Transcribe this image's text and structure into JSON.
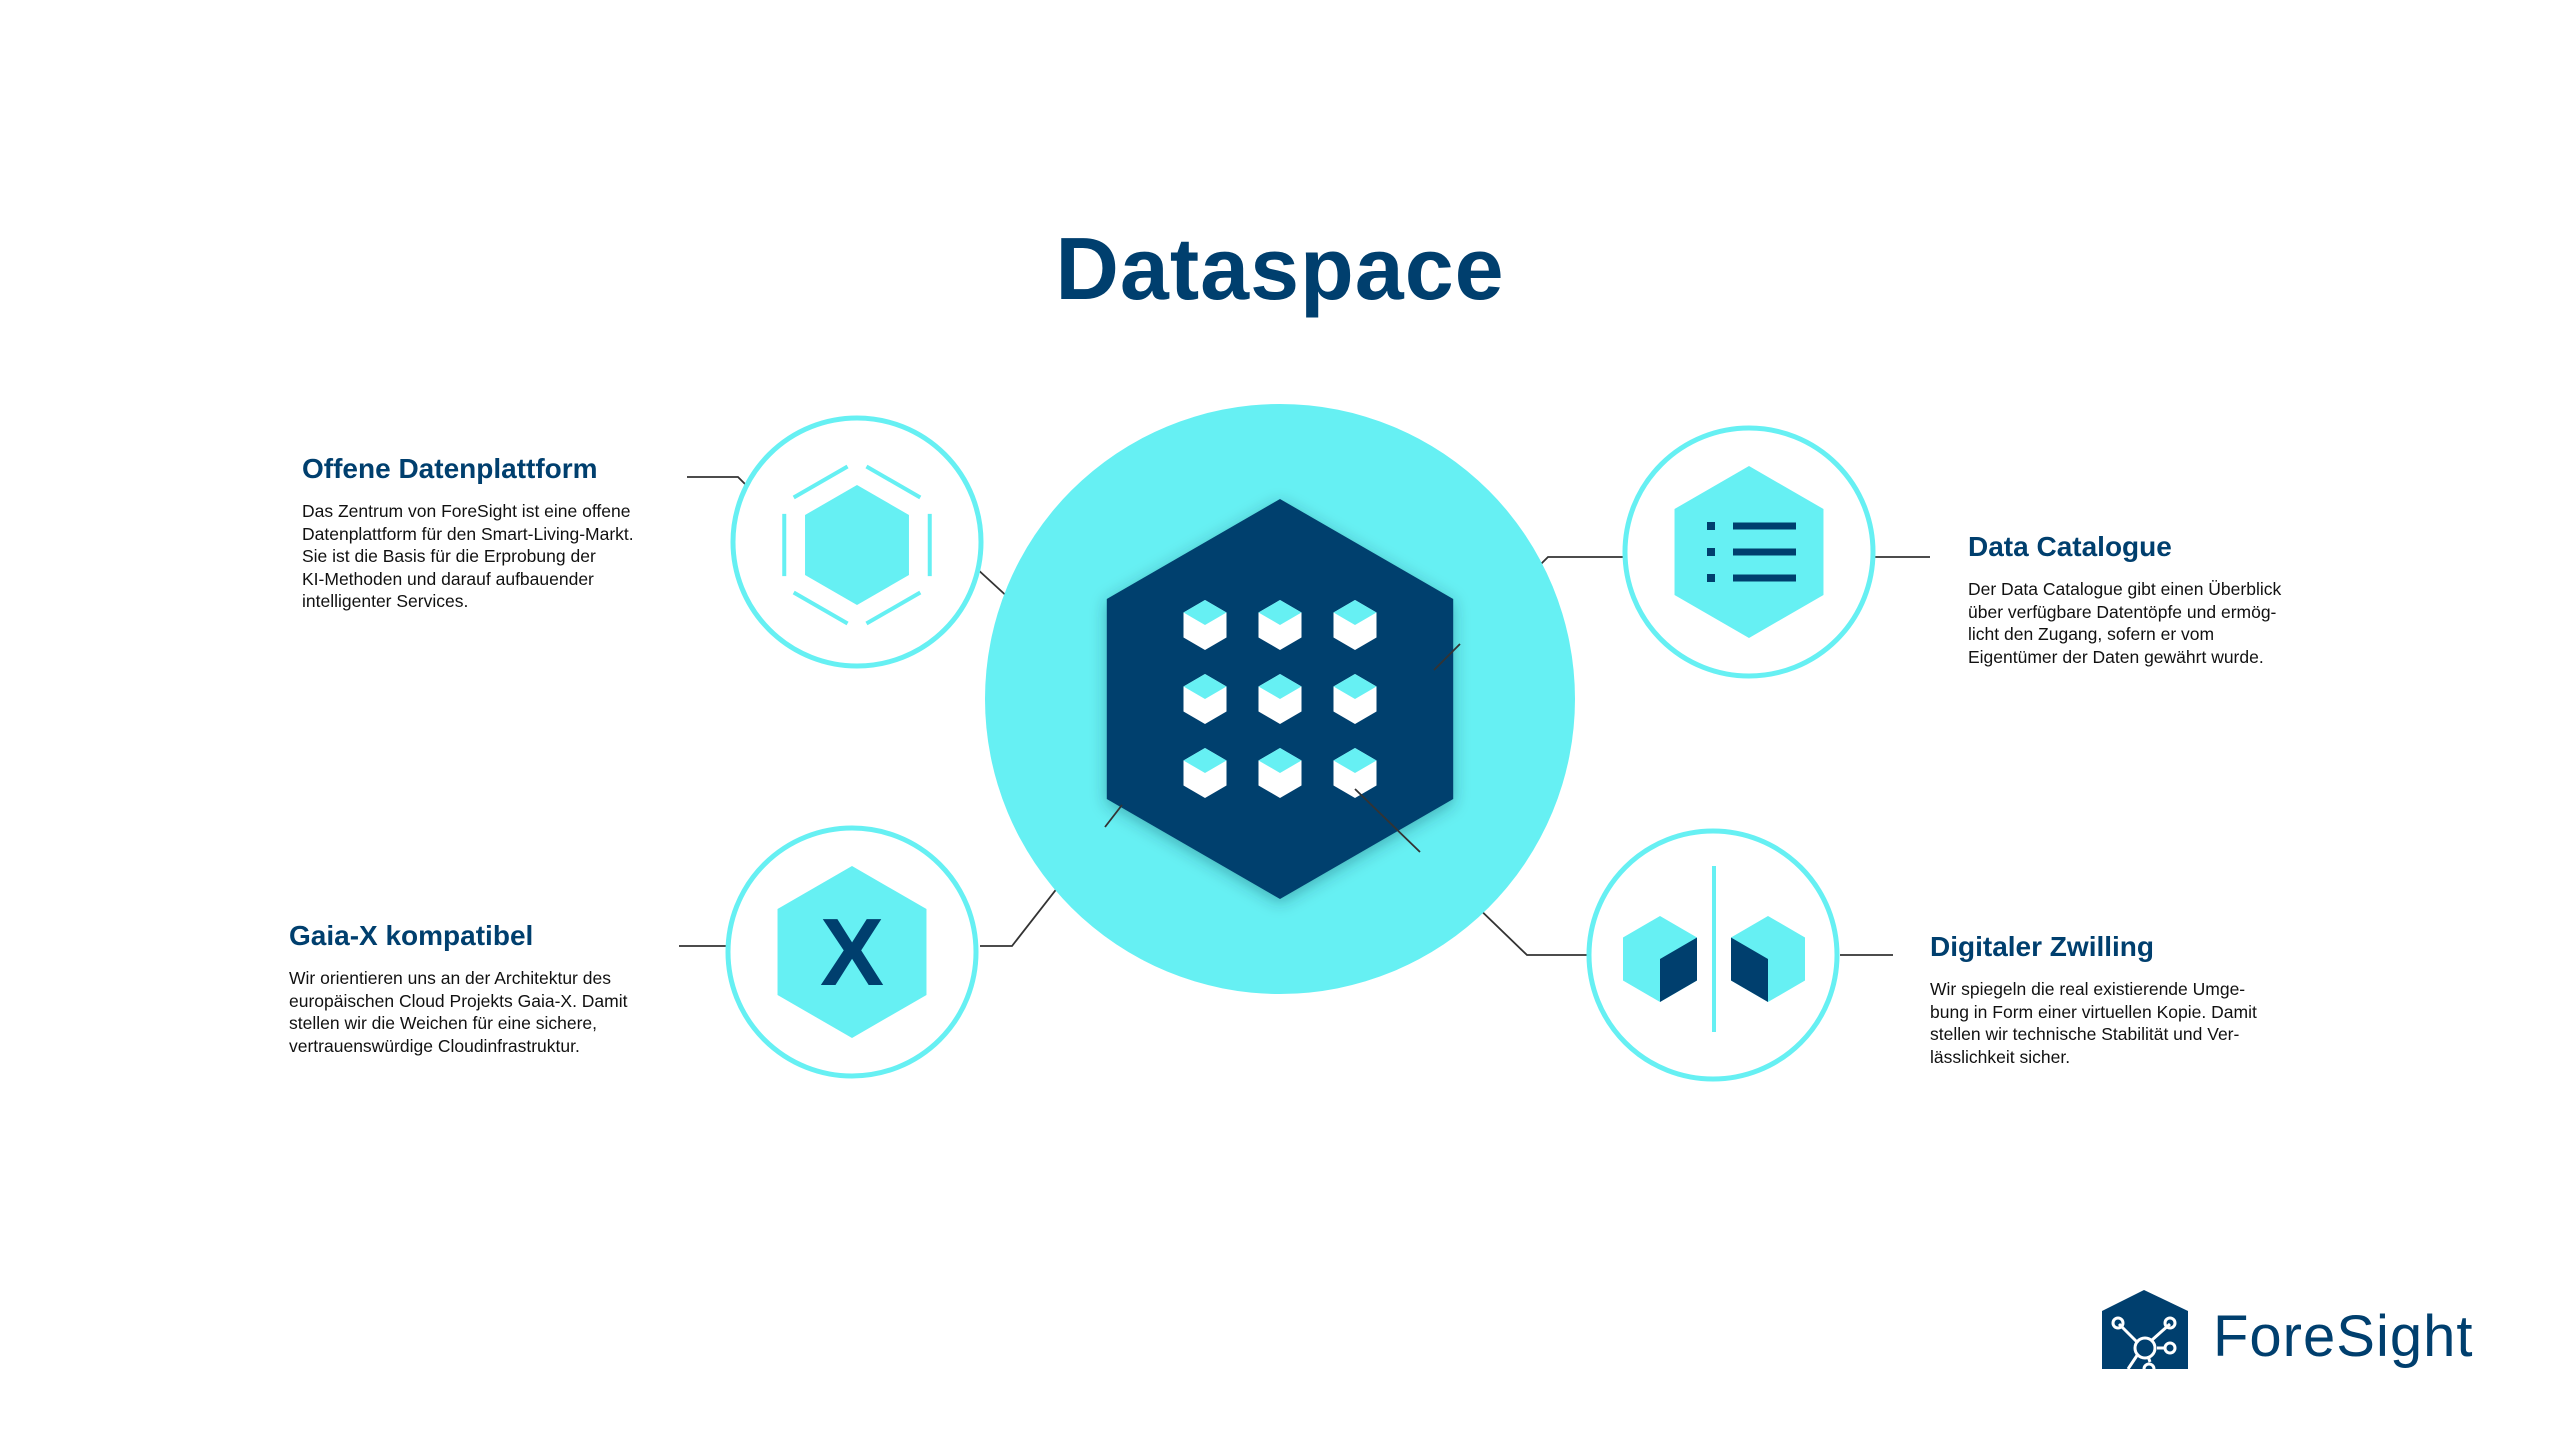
{
  "title": "Dataspace",
  "colors": {
    "dark": "#003f6e",
    "cyan": "#66f0f3",
    "line": "#333333"
  },
  "features": [
    {
      "id": "offene-datenplattform",
      "icon": "hexagon-platform-icon",
      "heading": "Offene Datenplattform",
      "body": "Das Zentrum von ForeSight ist eine offene\nDatenplattform für den Smart-Living-Markt.\nSie ist die Basis für die Erprobung der\nKI-Methoden und darauf aufbauender\nintelligenter Services."
    },
    {
      "id": "data-catalogue",
      "icon": "list-icon",
      "heading": "Data Catalogue",
      "body": "Der Data Catalogue gibt einen Überblick\nüber verfügbare Datentöpfe und ermög-\nlicht den Zugang, sofern er vom\nEigentümer der Daten gewährt wurde."
    },
    {
      "id": "gaia-x",
      "icon": "gaia-x-icon",
      "icon_letter": "X",
      "heading": "Gaia-X kompatibel",
      "body": "Wir orientieren uns an der Architektur des\neuropäischen Cloud Projekts Gaia-X. Damit\nstellen wir die Weichen für eine sichere,\nvertrauenswürdige Cloudinfrastruktur."
    },
    {
      "id": "digitaler-zwilling",
      "icon": "mirrored-cubes-icon",
      "heading": "Digitaler Zwilling",
      "body": "Wir spiegeln die real existierende Umge-\nbung in Form einer virtuellen Kopie. Damit\nstellen wir technische Stabilität und Ver-\nlässlichkeit sicher."
    }
  ],
  "center": {
    "icon": "data-cubes-grid-icon",
    "cube_rows": 3,
    "cube_cols": 3
  },
  "logo": {
    "text": "ForeSight",
    "icon": "house-network-icon"
  }
}
